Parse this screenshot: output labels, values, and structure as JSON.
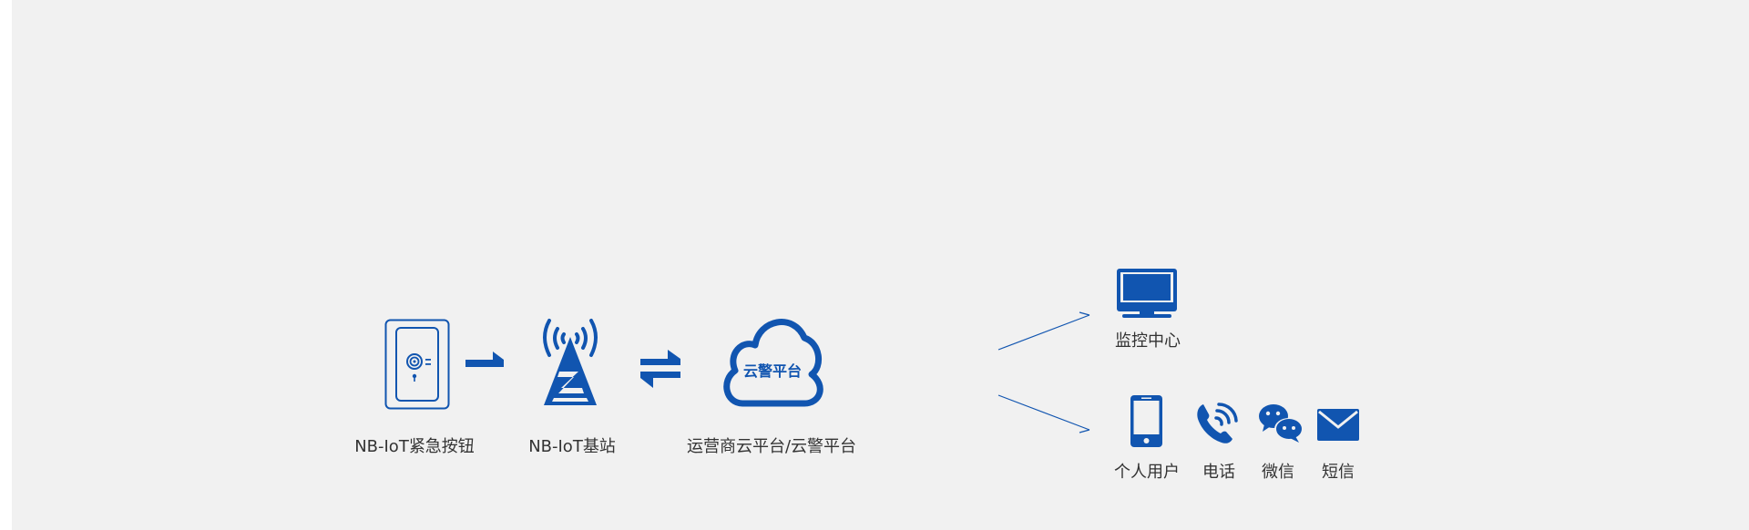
{
  "colors": {
    "accent": "#1155b0",
    "background": "#f1f1f1",
    "text": "#333333"
  },
  "nodes": {
    "button": {
      "label": "NB-IoT紧急按钮",
      "icon": "emergency-button-icon"
    },
    "base_station": {
      "label": "NB-IoT基站",
      "icon": "cell-tower-icon"
    },
    "cloud": {
      "label": "运营商云平台/云警平台",
      "inner_text": "云警平台",
      "icon": "cloud-icon"
    },
    "monitor": {
      "label": "监控中心",
      "icon": "monitor-icon"
    },
    "personal": {
      "label": "个人用户",
      "icon": "smartphone-icon"
    },
    "phone": {
      "label": "电话",
      "icon": "phone-call-icon"
    },
    "wechat": {
      "label": "微信",
      "icon": "wechat-icon"
    },
    "sms": {
      "label": "短信",
      "icon": "mail-icon"
    }
  }
}
